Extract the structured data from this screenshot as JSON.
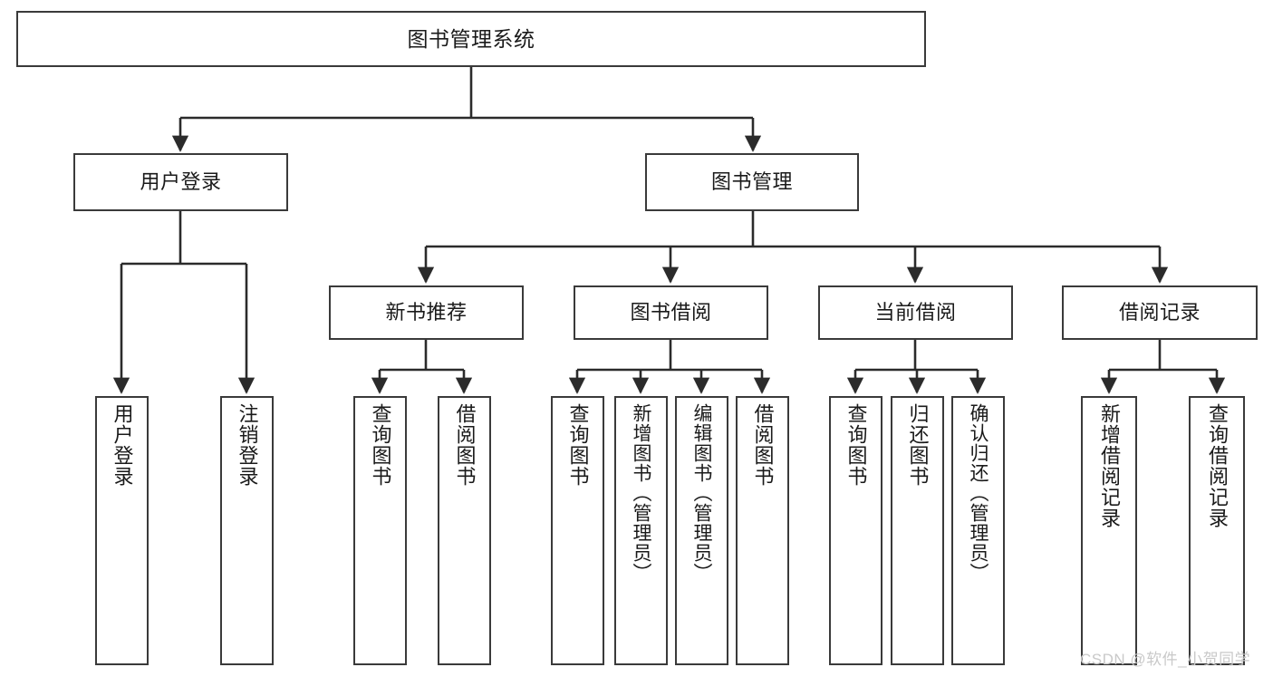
{
  "diagram": {
    "title": "图书管理系统",
    "type": "hierarchy-tree",
    "orientation": "top-down",
    "edge_style": "orthogonal-with-arrowheads",
    "colors": {
      "border": "#3a3a3a",
      "fill": "#ffffff",
      "text": "#1a1a1a",
      "edge": "#2b2b2b",
      "watermark": "#c9c9c9"
    }
  },
  "watermark": {
    "text": "CSDN @软件_小贺同学"
  },
  "nodes": {
    "root": {
      "label": "图书管理系统",
      "level": 0
    },
    "level1": [
      {
        "label": "用户登录",
        "level": 1
      },
      {
        "label": "图书管理",
        "level": 1
      }
    ],
    "level2": [
      {
        "label": "新书推荐",
        "level": 2,
        "parent": "图书管理"
      },
      {
        "label": "图书借阅",
        "level": 2,
        "parent": "图书管理"
      },
      {
        "label": "当前借阅",
        "level": 2,
        "parent": "图书管理"
      },
      {
        "label": "借阅记录",
        "level": 2,
        "parent": "图书管理"
      }
    ],
    "leaves": {
      "user_login": [
        {
          "label": "用户登录",
          "parent": "用户登录"
        },
        {
          "label": "注销登录",
          "parent": "用户登录"
        }
      ],
      "new_book_recommend": [
        {
          "label": "查询图书",
          "parent": "新书推荐"
        },
        {
          "label": "借阅图书",
          "parent": "新书推荐"
        }
      ],
      "book_borrow": [
        {
          "label": "查询图书",
          "parent": "图书借阅"
        },
        {
          "label": "新增图书（管理员）",
          "parent": "图书借阅"
        },
        {
          "label": "编辑图书（管理员）",
          "parent": "图书借阅"
        },
        {
          "label": "借阅图书",
          "parent": "图书借阅"
        }
      ],
      "current_borrow": [
        {
          "label": "查询图书",
          "parent": "当前借阅"
        },
        {
          "label": "归还图书",
          "parent": "当前借阅"
        },
        {
          "label": "确认归还（管理员）",
          "parent": "当前借阅"
        }
      ],
      "borrow_record": [
        {
          "label": "新增借阅记录",
          "parent": "借阅记录"
        },
        {
          "label": "查询借阅记录",
          "parent": "借阅记录"
        }
      ]
    }
  }
}
